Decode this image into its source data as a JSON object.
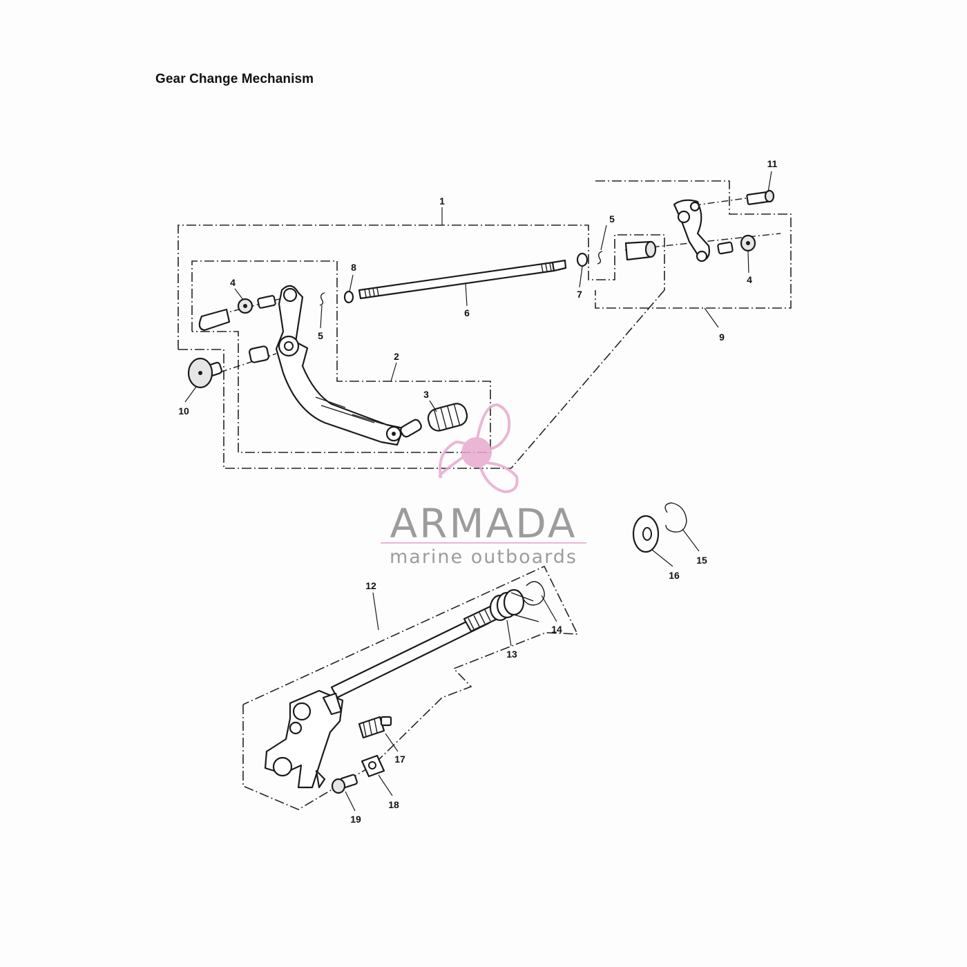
{
  "title": "Gear Change Mechanism",
  "callouts": {
    "c1": "1",
    "c2": "2",
    "c3": "3",
    "c4a": "4",
    "c4b": "4",
    "c5a": "5",
    "c5b": "5",
    "c6": "6",
    "c7": "7",
    "c8": "8",
    "c9": "9",
    "c10": "10",
    "c11": "11",
    "c12": "12",
    "c13": "13",
    "c14": "14",
    "c15": "15",
    "c16": "16",
    "c17": "17",
    "c18": "18",
    "c19": "19"
  },
  "watermark": {
    "name": "ARMADA",
    "tagline": "marine outboards",
    "colors": {
      "logo": "#e8a9cf",
      "text": "#8c8c8c"
    }
  },
  "colors": {
    "ink": "#1a1a1a",
    "background": "#fdfdfd"
  }
}
